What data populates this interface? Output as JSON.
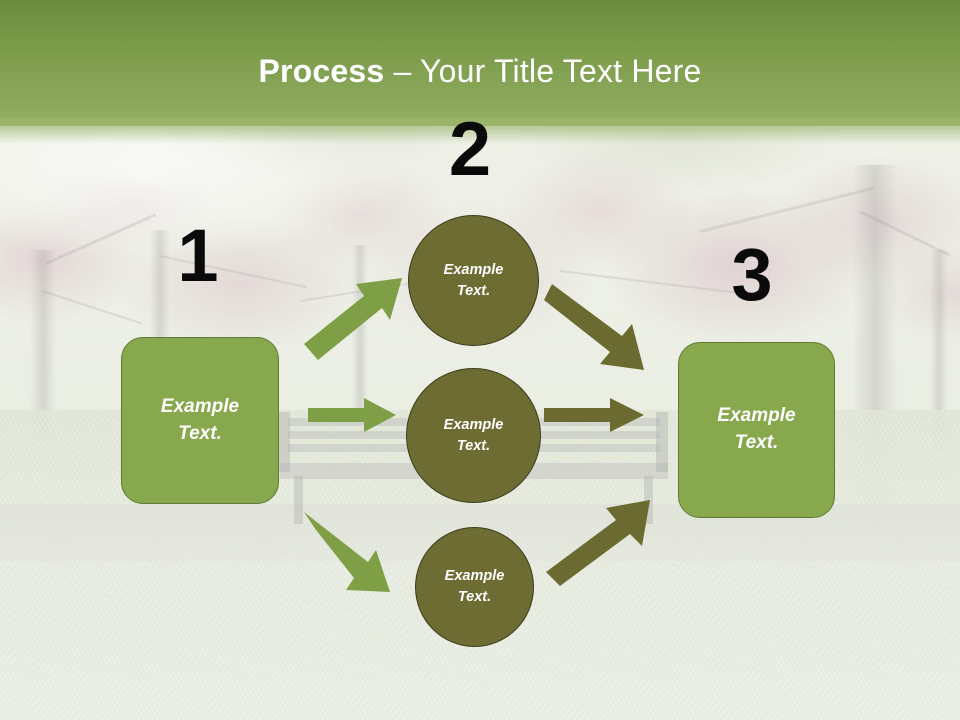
{
  "slide": {
    "title_bold": "Process",
    "title_rest": " – Your Title Text Here",
    "title_full": "Process – Your Title Text Here"
  },
  "theme": {
    "header_gradient_top": "#6b8c3e",
    "header_gradient_bottom": "#9ab46a",
    "box_fill": "#87a84d",
    "box_stroke": "#5f7a33",
    "circle_fill": "#6d6c33",
    "circle_stroke": "#3c3b1c",
    "arrow_light": "#7f9f46",
    "arrow_dark": "#6b6a31",
    "number_color": "#0a0a0a",
    "label_color": "#ffffff"
  },
  "steps": {
    "number_1": "1",
    "number_2": "2",
    "number_3": "3"
  },
  "nodes": {
    "box_left": {
      "line1": "Example",
      "line2": "Text."
    },
    "circle_top": {
      "line1": "Example",
      "line2": "Text."
    },
    "circle_middle": {
      "line1": "Example",
      "line2": "Text."
    },
    "circle_bottom": {
      "line1": "Example",
      "line2": "Text."
    },
    "box_right": {
      "line1": "Example",
      "line2": "Text."
    }
  },
  "arrows": [
    {
      "name": "arrow-left-to-top",
      "direction": "up-right",
      "color": "#7f9f46"
    },
    {
      "name": "arrow-left-to-middle",
      "direction": "right",
      "color": "#7f9f46"
    },
    {
      "name": "arrow-left-to-bottom",
      "direction": "down-right",
      "color": "#7f9f46"
    },
    {
      "name": "arrow-top-to-right",
      "direction": "down-right",
      "color": "#6b6a31"
    },
    {
      "name": "arrow-middle-to-right",
      "direction": "right",
      "color": "#6b6a31"
    },
    {
      "name": "arrow-bottom-to-right",
      "direction": "up-right",
      "color": "#6b6a31"
    }
  ],
  "background": {
    "description": "faded photograph of a park with cherry blossom trees, a bench and a lawn"
  }
}
